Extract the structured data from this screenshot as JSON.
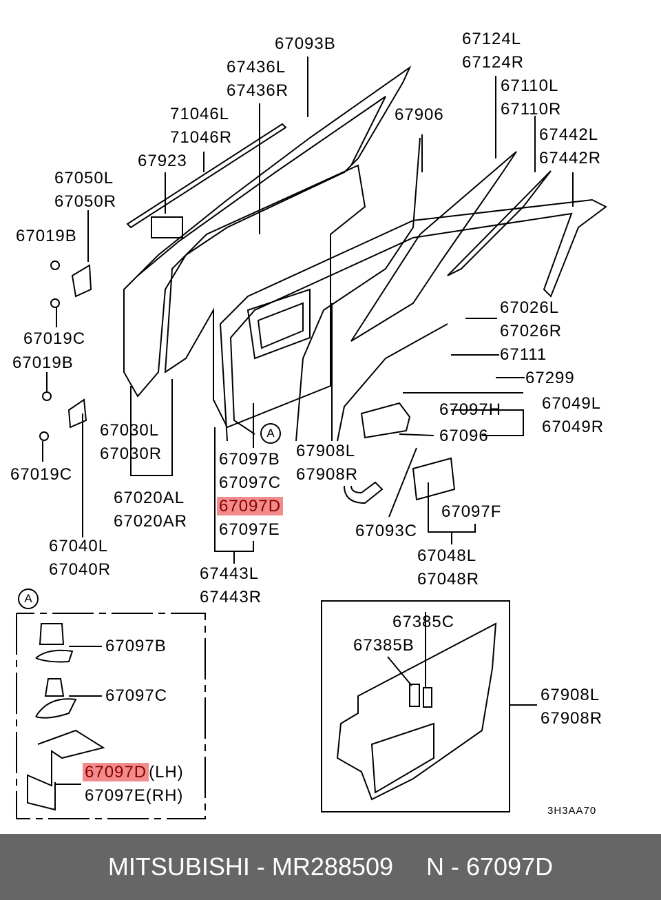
{
  "labels": [
    "67093B",
    "67436L",
    "67436R",
    "71046L",
    "71046R",
    "67923",
    "67050L",
    "67050R",
    "67019B",
    "67019C",
    "67019B",
    "67019C",
    "67030L",
    "67030R",
    "67020AL",
    "67020AR",
    "67040L",
    "67040R",
    "67097B",
    "67097C",
    "67097D",
    "67097E",
    "67443L",
    "67443R",
    "67908L",
    "67908R",
    "67093C",
    "67048L",
    "67048R",
    "67097F",
    "67097H",
    "67096",
    "67049L",
    "67049R",
    "67299",
    "67111",
    "67026L",
    "67026R",
    "67442L",
    "67442R",
    "67110L",
    "67110R",
    "67124L",
    "67124R",
    "67906"
  ],
  "callout": "A",
  "inset_a": {
    "items": [
      "67097B",
      "67097C",
      "67097D",
      "(LH)",
      "67097E",
      "(RH)"
    ]
  },
  "inset_trim": {
    "items": [
      "67385C",
      "67385B",
      "67908L",
      "67908R"
    ]
  },
  "diagram_code": "3H3AA70",
  "highlight_color": "#f28b8b",
  "footer": {
    "brand_part": "MITSUBISHI - MR288509",
    "oem": "N - 67097D"
  }
}
